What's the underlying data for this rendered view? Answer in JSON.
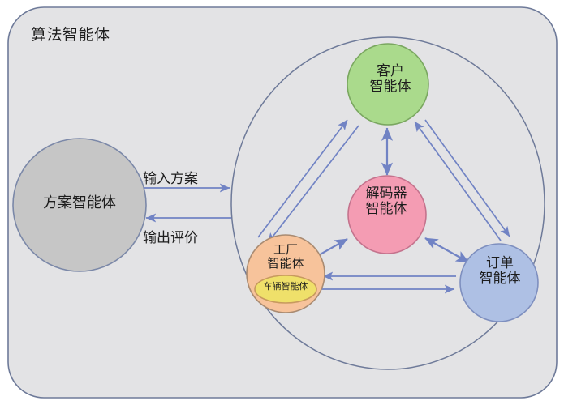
{
  "diagram": {
    "type": "agent-architecture-diagram",
    "outer_container": {
      "label": "算法智能体",
      "shape": "rounded-rectangle",
      "fill": "#e3e3e5",
      "stroke": "#6e7a99"
    },
    "inner_container": {
      "shape": "ellipse",
      "fill": "#e3e3e5",
      "stroke": "#6e7a99"
    },
    "nodes": [
      {
        "id": "plan-agent",
        "label": "方案智能体",
        "shape": "circle",
        "fill": "#c6c6c6",
        "stroke": "#7b88a8"
      },
      {
        "id": "customer-agent",
        "label": "客户智能体",
        "label_lines": [
          "客户",
          "智能体"
        ],
        "shape": "circle",
        "fill": "#aada8c",
        "stroke": "#7aa760"
      },
      {
        "id": "decoder-agent",
        "label": "解码器智能体",
        "label_lines": [
          "解码器",
          "智能体"
        ],
        "shape": "circle",
        "fill": "#f49cb3",
        "stroke": "#c4738d"
      },
      {
        "id": "factory-agent",
        "label": "工厂智能体",
        "label_lines": [
          "工厂",
          "智能体"
        ],
        "shape": "circle",
        "fill": "#f7c39b",
        "stroke": "#a98b72"
      },
      {
        "id": "vehicle-agent",
        "label": "车辆智能体",
        "shape": "ellipse",
        "fill": "#efe06a",
        "stroke": "#c79a5e",
        "nested_in": "factory-agent"
      },
      {
        "id": "order-agent",
        "label": "订单智能体",
        "label_lines": [
          "订单",
          "智能体"
        ],
        "shape": "circle",
        "fill": "#aec0e4",
        "stroke": "#7e8fbf"
      }
    ],
    "edges": [
      {
        "id": "plan-to-inner",
        "label": "输入方案",
        "direction": "right",
        "from": "plan-agent",
        "to": "inner_container"
      },
      {
        "id": "inner-to-plan",
        "label": "输出评价",
        "direction": "left",
        "from": "inner_container",
        "to": "plan-agent"
      },
      {
        "id": "factory-customer-up",
        "label": "",
        "direction": "up",
        "from": "factory-agent",
        "to": "customer-agent"
      },
      {
        "id": "customer-factory-down",
        "label": "",
        "direction": "down",
        "from": "customer-agent",
        "to": "factory-agent"
      },
      {
        "id": "order-customer-up",
        "label": "",
        "direction": "up",
        "from": "order-agent",
        "to": "customer-agent"
      },
      {
        "id": "customer-order-down",
        "label": "",
        "direction": "down",
        "from": "customer-agent",
        "to": "order-agent"
      },
      {
        "id": "order-factory",
        "label": "",
        "direction": "left",
        "from": "order-agent",
        "to": "factory-agent"
      },
      {
        "id": "factory-order",
        "label": "",
        "direction": "right",
        "from": "factory-agent",
        "to": "order-agent"
      },
      {
        "id": "decoder-customer",
        "label": "",
        "direction": "both",
        "from": "decoder-agent",
        "to": "customer-agent"
      },
      {
        "id": "decoder-factory",
        "label": "",
        "direction": "both",
        "from": "decoder-agent",
        "to": "factory-agent"
      },
      {
        "id": "decoder-order",
        "label": "",
        "direction": "both",
        "from": "decoder-agent",
        "to": "order-agent"
      }
    ],
    "colors": {
      "background": "#ffffff",
      "container_fill": "#e3e3e5",
      "container_stroke": "#6e7a99",
      "arrow": "#7183c4",
      "text": "#1d1d1d"
    }
  }
}
